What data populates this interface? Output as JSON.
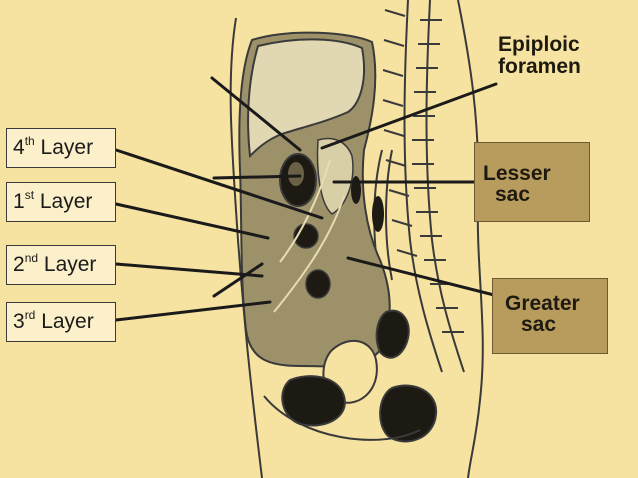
{
  "labels": {
    "layers": [
      {
        "number": "4",
        "suffix": "th",
        "word": "Layer"
      },
      {
        "number": "1",
        "suffix": "st",
        "word": "Layer"
      },
      {
        "number": "2",
        "suffix": "nd",
        "word": "Layer"
      },
      {
        "number": "3",
        "suffix": "rd",
        "word": "Layer"
      }
    ],
    "epiploic": {
      "line1": "Epiploic",
      "line2": "foramen"
    },
    "lesser": {
      "line1": "Lesser",
      "line2": "sac"
    },
    "greater": {
      "line1": "Greater",
      "line2": "sac"
    }
  },
  "colors": {
    "background": "#f6e2a1",
    "label_box_fill": "#b79c5e",
    "sac_fill": "#9c9168",
    "line": "#1a1a1a"
  }
}
